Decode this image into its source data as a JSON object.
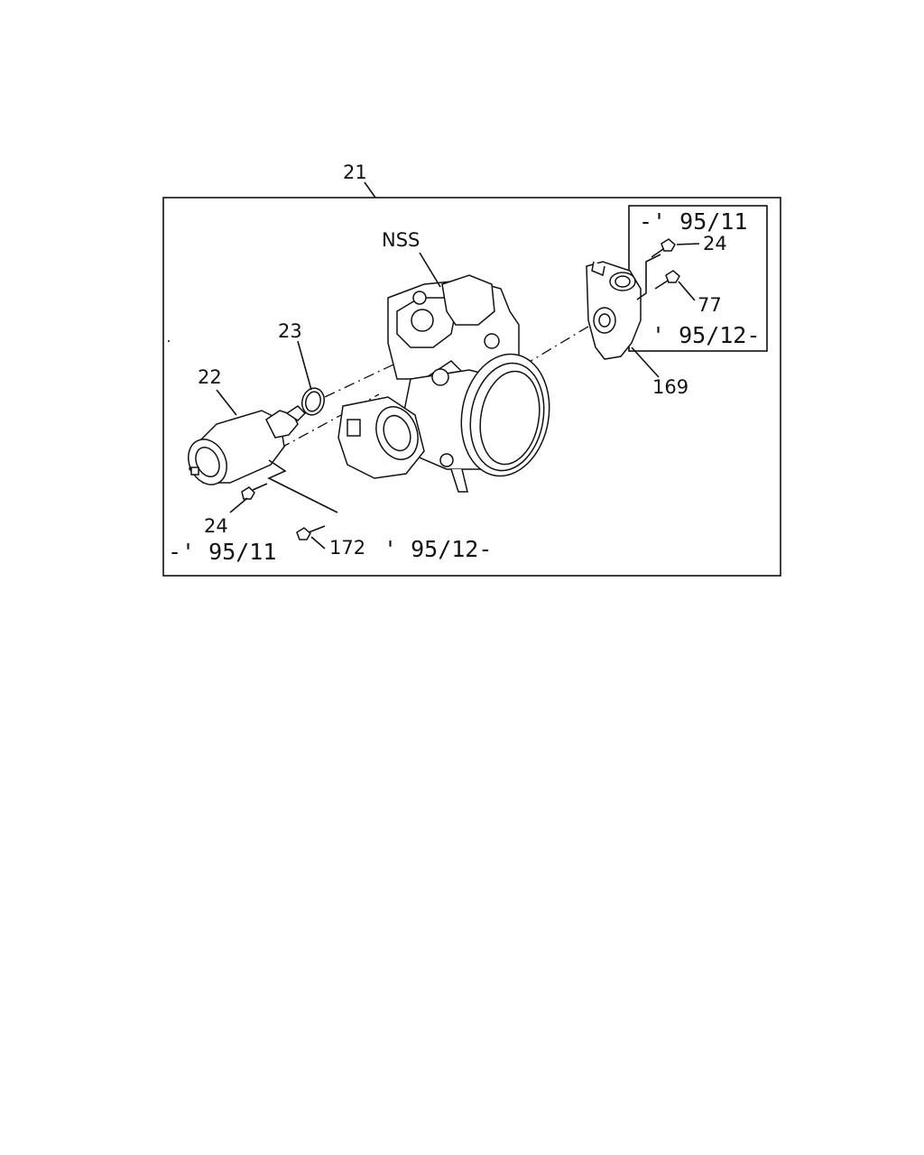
{
  "diagram": {
    "callouts": {
      "assembly": "21",
      "nss": "NSS",
      "o_ring": "23",
      "iac_valve": "22",
      "sensor": "169",
      "bolt_left": "24",
      "bolt_left_new": "172",
      "bolt_right": "24",
      "bolt_right_new": "77"
    },
    "date_ranges": {
      "left_old": "-' 95/11",
      "left_new": "' 95/12-",
      "inset_old": "-' 95/11",
      "inset_new": "' 95/12-"
    }
  }
}
